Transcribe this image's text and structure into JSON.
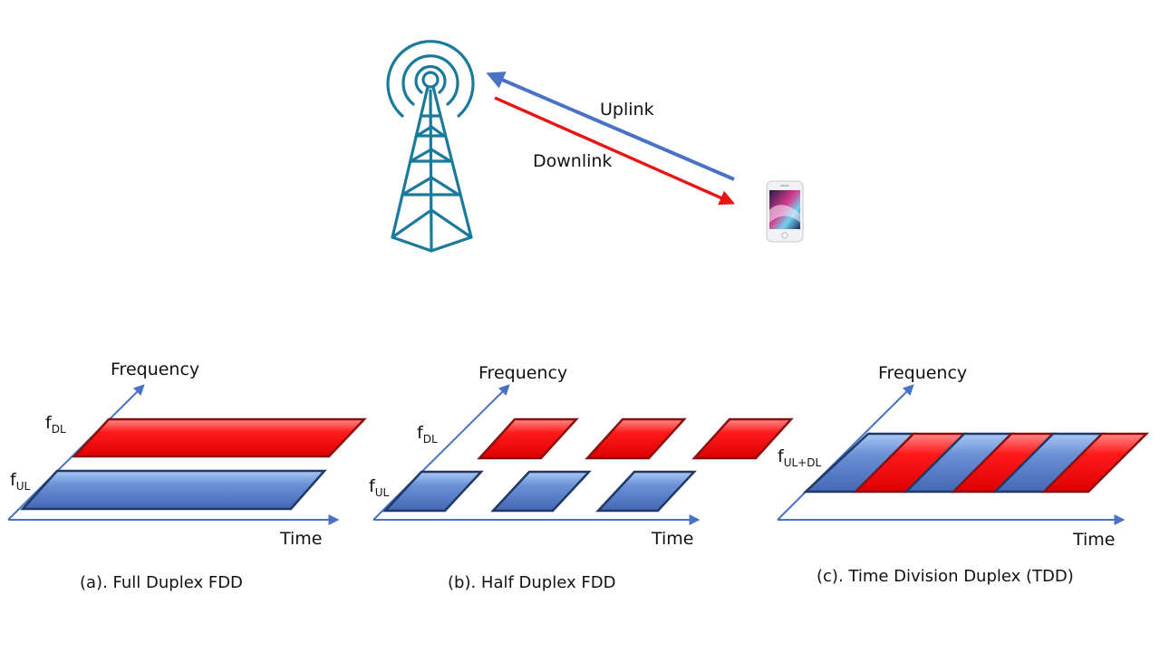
{
  "colors": {
    "tower": "#1a7a9b",
    "uplink": "#4a72c4",
    "downlink": "#e81515",
    "axis": "#4a72c4",
    "ul_fill": "#5b84d0",
    "ul_fill_light": "#9cc0ef",
    "ul_edge": "#1f3864",
    "dl_fill": "#ff0000",
    "dl_fill_light": "#ff8080",
    "dl_edge": "#8a1010"
  },
  "icons": {
    "tower": "cell-tower-icon",
    "phone": "smartphone-icon"
  },
  "link": {
    "uplink_label": "Uplink",
    "downlink_label": "Downlink"
  },
  "diagrams": {
    "full_fdd": {
      "freq_label": "Frequency",
      "time_label": "Time",
      "f_dl": {
        "base": "f",
        "sub": "DL"
      },
      "f_ul": {
        "base": "f",
        "sub": "UL"
      },
      "caption": "(a). Full Duplex FDD"
    },
    "half_fdd": {
      "freq_label": "Frequency",
      "time_label": "Time",
      "f_dl": {
        "base": "f",
        "sub": "DL"
      },
      "f_ul": {
        "base": "f",
        "sub": "UL"
      },
      "caption": "(b). Half Duplex FDD"
    },
    "tdd": {
      "freq_label": "Frequency",
      "time_label": "Time",
      "f_ul_dl": {
        "base": "f",
        "sub": "UL+DL"
      },
      "caption": "(c). Time Division Duplex (TDD)"
    }
  }
}
